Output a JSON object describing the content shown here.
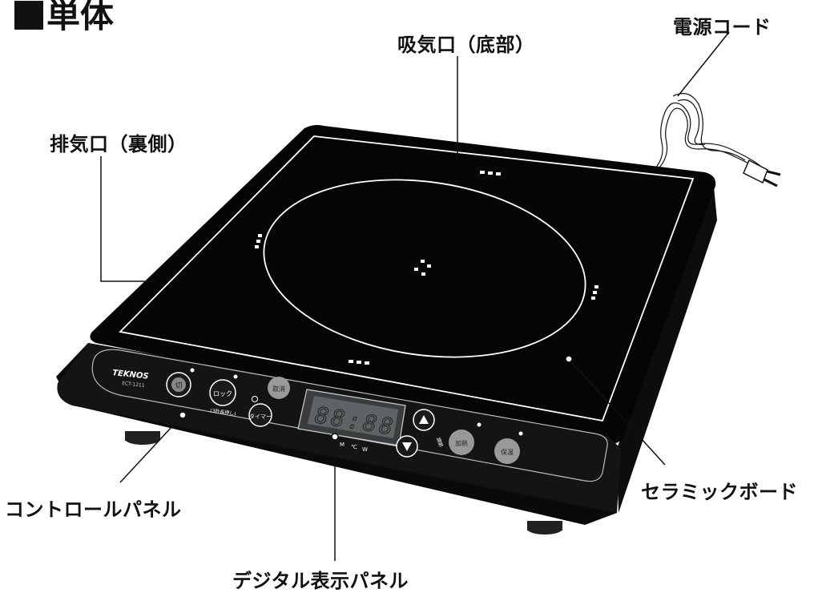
{
  "title": {
    "text": "単体"
  },
  "callouts": {
    "intake": "吸気口（底部）",
    "power_cord": "電源コード",
    "exhaust": "排気口（裏側）",
    "control_panel": "コントロールパネル",
    "ceramic_board": "セラミックボード",
    "digital_panel": "デジタル表示パネル"
  },
  "device": {
    "brand": "TEKNOS",
    "model": "ECT-1211",
    "display": "88:88",
    "buttons": {
      "power": "切",
      "lock": "ロック",
      "lock_hint": "(3秒長押し)",
      "cancel": "取消",
      "timer": "タイマー",
      "heat": "加熱",
      "keep_warm": "保温"
    },
    "adjust_label": "調節",
    "indicator_labels": [
      "M",
      "℃",
      "W"
    ]
  },
  "colors": {
    "body": "#0b0b0b",
    "panel": "#1c1c1c",
    "line": "#ffffff",
    "button": "#9a9a9a",
    "display": "#555a5c"
  }
}
